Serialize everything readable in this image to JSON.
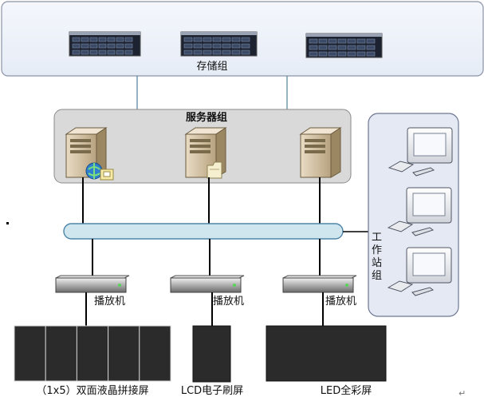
{
  "storage_group": {
    "label": "存储组",
    "devices": [
      {
        "name": "storage-array-1",
        "icon": "storage-array-icon"
      },
      {
        "name": "storage-array-2",
        "icon": "storage-array-icon"
      },
      {
        "name": "storage-array-3",
        "icon": "storage-array-icon"
      }
    ]
  },
  "server_group": {
    "label": "服务器组",
    "servers": [
      {
        "name": "server-1",
        "icon": "server-tower-icon",
        "badge": "globe-folder-icon"
      },
      {
        "name": "server-2",
        "icon": "server-tower-icon",
        "badge": "folder-icon"
      },
      {
        "name": "server-3",
        "icon": "server-tower-icon"
      }
    ]
  },
  "workstation_group": {
    "label_chars": [
      "工",
      "作",
      "站",
      "组"
    ],
    "count": 3,
    "icon": "workstation-icon"
  },
  "network": {
    "icon": "network-bus-icon"
  },
  "players": [
    {
      "label": "播放机"
    },
    {
      "label": "播放机"
    },
    {
      "label": "播放机"
    }
  ],
  "displays": [
    {
      "label": "（1x5）双面液晶拼接屏",
      "panels": 5
    },
    {
      "label": "LCD电子刷屏"
    },
    {
      "label": "LED全彩屏"
    }
  ],
  "colors": {
    "panel_fill": "#e9eef8",
    "panel_stroke": "#8a93a6",
    "server_panel_fill": "#d9d9d9",
    "bus_fill": "#cfe6ee",
    "bus_stroke": "#4f86a8",
    "screen_fill": "#2b2b2b"
  }
}
